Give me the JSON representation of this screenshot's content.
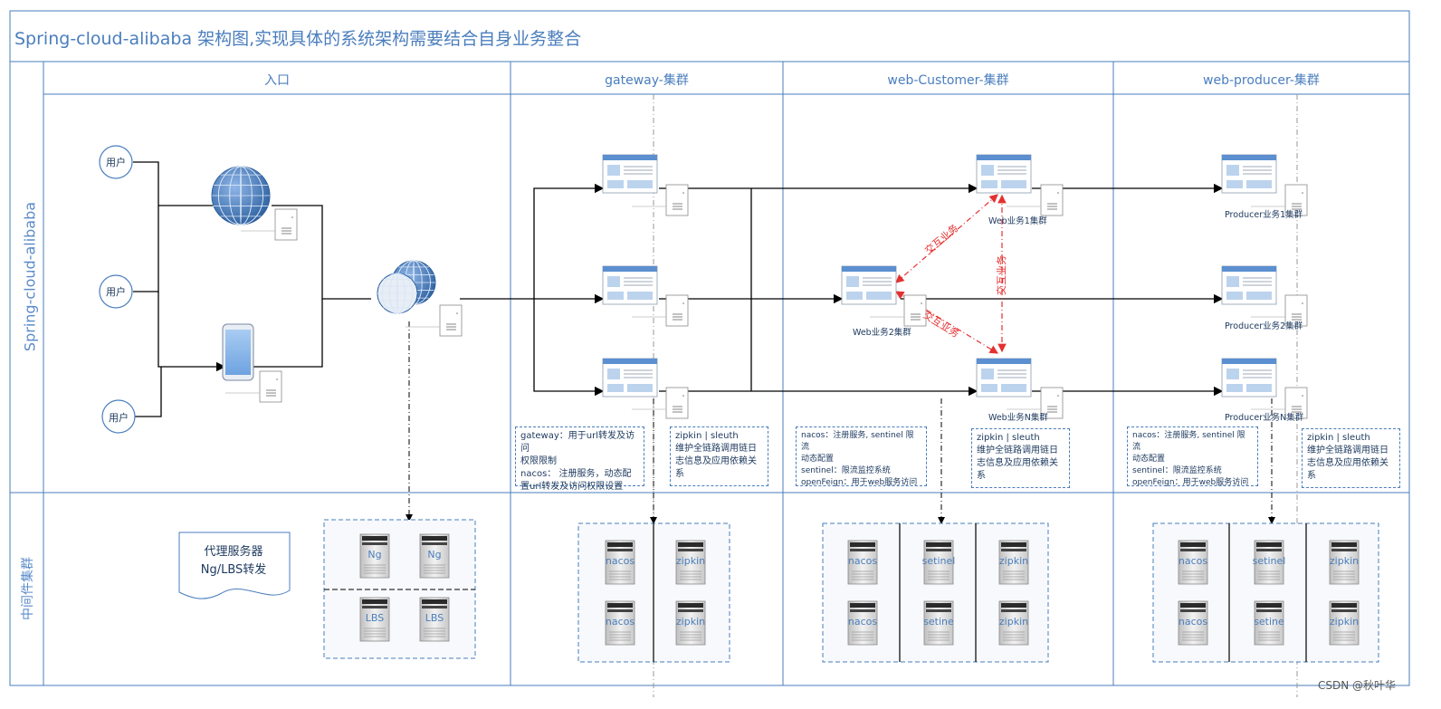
{
  "title": "Spring-cloud-alibaba 架构图,实现具体的系统架构需要结合自身业务整合",
  "row_labels": {
    "main": "Spring-cloud-alibaba",
    "middleware": "中间件集群"
  },
  "columns": [
    "入口",
    "gateway-集群",
    "web-Customer-集群",
    "web-producer-集群"
  ],
  "users": [
    "用户",
    "用户",
    "用户"
  ],
  "customer_nodes": [
    "Web业务1集群",
    "Web业务2集群",
    "Web业务N集群"
  ],
  "producer_nodes": [
    "Producer业务1集群",
    "Producer业务2集群",
    "Producer业务N集群"
  ],
  "interaction_labels": [
    "交互业务",
    "交互业务",
    "交互业务"
  ],
  "notes": {
    "gateway_lines": [
      "gateway：用于url转发及访问",
      "权限限制",
      "nacos： 注册服务，动态配",
      "置url转发及访问权限设置"
    ],
    "zipkin_title": "zipkin | sleuth",
    "zipkin_lines": [
      "维护全链路调用链日",
      "志信息及应用依赖关",
      "系"
    ],
    "customer_lines": [
      "nacos：注册服务, sentinel 限流",
      "动态配置",
      "sentinel：限流监控系统",
      "openFeign：用于web服务访问"
    ]
  },
  "proxy_doc": [
    "代理服务器",
    "Ng/LBS转发"
  ],
  "entry_servers": [
    "Ng",
    "Ng",
    "LBS",
    "LBS"
  ],
  "gateway_servers": [
    "nacos",
    "zipkin",
    "nacos",
    "zipkin"
  ],
  "customer_servers": [
    "nacos",
    "setinel",
    "zipkin",
    "nacos",
    "setine",
    "zipkin"
  ],
  "producer_servers": [
    "nacos",
    "setinel",
    "zipkin",
    "nacos",
    "setine",
    "zipkin"
  ],
  "footer": "CSDN @秋叶华",
  "colors": {
    "border": "#4a7ebd",
    "text": "#1f3b60",
    "accent_red": "#e53030",
    "server_gray": "#d9d9d9"
  },
  "icons": [
    "globe-icon",
    "mobile-phone-icon",
    "browser-window-icon",
    "document-icon",
    "server-icon"
  ]
}
